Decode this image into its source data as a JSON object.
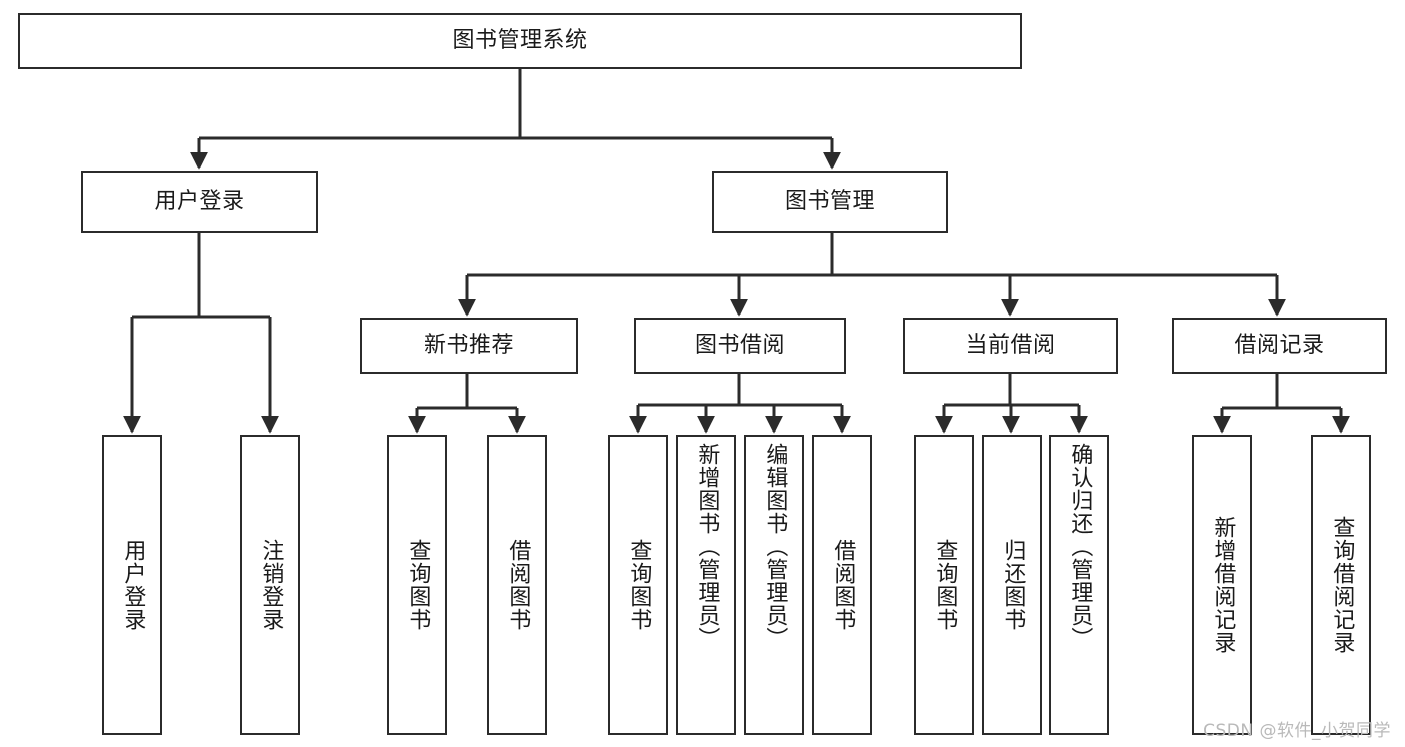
{
  "diagram": {
    "title": "图书管理系统",
    "type": "tree-hierarchy",
    "watermark": "CSDN @软件_小贺同学",
    "colors": {
      "background": "#ffffff",
      "border": "#2b2b2b",
      "text": "#1a1a1a",
      "edge": "#2b2b2b",
      "watermark": "#b9b9b9"
    },
    "nodes": {
      "root": {
        "label": "图书管理系统"
      },
      "level1": [
        {
          "id": "user-login",
          "label": "用户登录"
        },
        {
          "id": "book-management",
          "label": "图书管理"
        }
      ],
      "level2": [
        {
          "id": "new-book-recommend",
          "label": "新书推荐"
        },
        {
          "id": "book-borrow",
          "label": "图书借阅"
        },
        {
          "id": "current-borrow",
          "label": "当前借阅"
        },
        {
          "id": "borrow-record",
          "label": "借阅记录"
        }
      ],
      "leaves": {
        "user_login": [
          {
            "id": "leaf-user-login",
            "label": "用户登录"
          },
          {
            "id": "leaf-logout-login",
            "label": "注销登录"
          }
        ],
        "new_book_recommend": [
          {
            "id": "leaf-query-book-1",
            "label": "查询图书"
          },
          {
            "id": "leaf-borrow-book-1",
            "label": "借阅图书"
          }
        ],
        "book_borrow": [
          {
            "id": "leaf-query-book-2",
            "label": "查询图书"
          },
          {
            "id": "leaf-add-book",
            "label": "新增图书（管理员）"
          },
          {
            "id": "leaf-edit-book",
            "label": "编辑图书（管理员）"
          },
          {
            "id": "leaf-borrow-book-2",
            "label": "借阅图书"
          }
        ],
        "current_borrow": [
          {
            "id": "leaf-query-book-3",
            "label": "查询图书"
          },
          {
            "id": "leaf-return-book",
            "label": "归还图书"
          },
          {
            "id": "leaf-confirm-return",
            "label": "确认归还（管理员）"
          }
        ],
        "borrow_record": [
          {
            "id": "leaf-add-record",
            "label": "新增借阅记录"
          },
          {
            "id": "leaf-query-record",
            "label": "查询借阅记录"
          }
        ]
      }
    }
  }
}
